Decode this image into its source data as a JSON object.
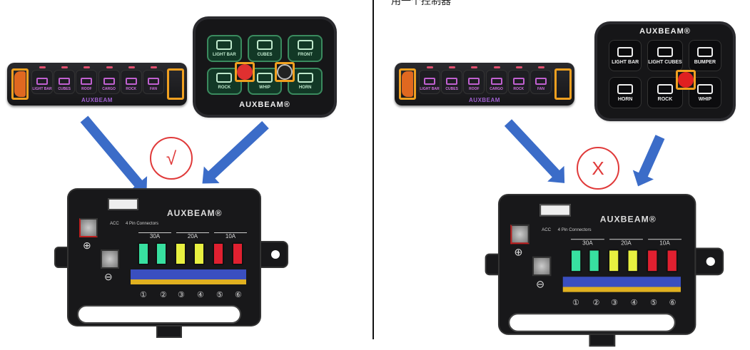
{
  "header": {
    "top_text": "用一个控制器"
  },
  "colors": {
    "fuse_30a": "#38e0a0",
    "fuse_20a": "#e8f040",
    "fuse_10a": "#e02030",
    "arrow": "#3b6cc8",
    "mark": "#e03a3a",
    "highlight": "#f0a020"
  },
  "left": {
    "bar_switch": {
      "buttons": [
        "LIGHT BAR",
        "CUBES",
        "ROOF",
        "CARGO",
        "ROCK",
        "FAN"
      ],
      "brand": "AUXBEAM"
    },
    "panel": {
      "buttons": [
        "LIGHT BAR",
        "CUBES",
        "FRONT",
        "ROCK",
        "WHIP",
        "HORN"
      ],
      "brand": "AUXBEAM®"
    },
    "mark": "√"
  },
  "right": {
    "bar_switch": {
      "buttons": [
        "LIGHT BAR",
        "CUBES",
        "ROOF",
        "CARGO",
        "ROCK",
        "FAN"
      ],
      "brand": "AUXBEAM"
    },
    "panel": {
      "buttons": [
        "LIGHT BAR",
        "LIGHT CUBES",
        "BUMPER",
        "HORN",
        "ROCK",
        "WHIP"
      ],
      "brand": "AUXBEAM®"
    },
    "mark": "X"
  },
  "fusebox": {
    "brand": "AUXBEAM®",
    "acc": "ACC",
    "connectors": "4 Pin Connectors",
    "plus": "⊕",
    "minus": "⊖",
    "amps": [
      "30A",
      "20A",
      "10A"
    ],
    "numbers": [
      "①",
      "②",
      "③",
      "④",
      "⑤",
      "⑥"
    ]
  }
}
